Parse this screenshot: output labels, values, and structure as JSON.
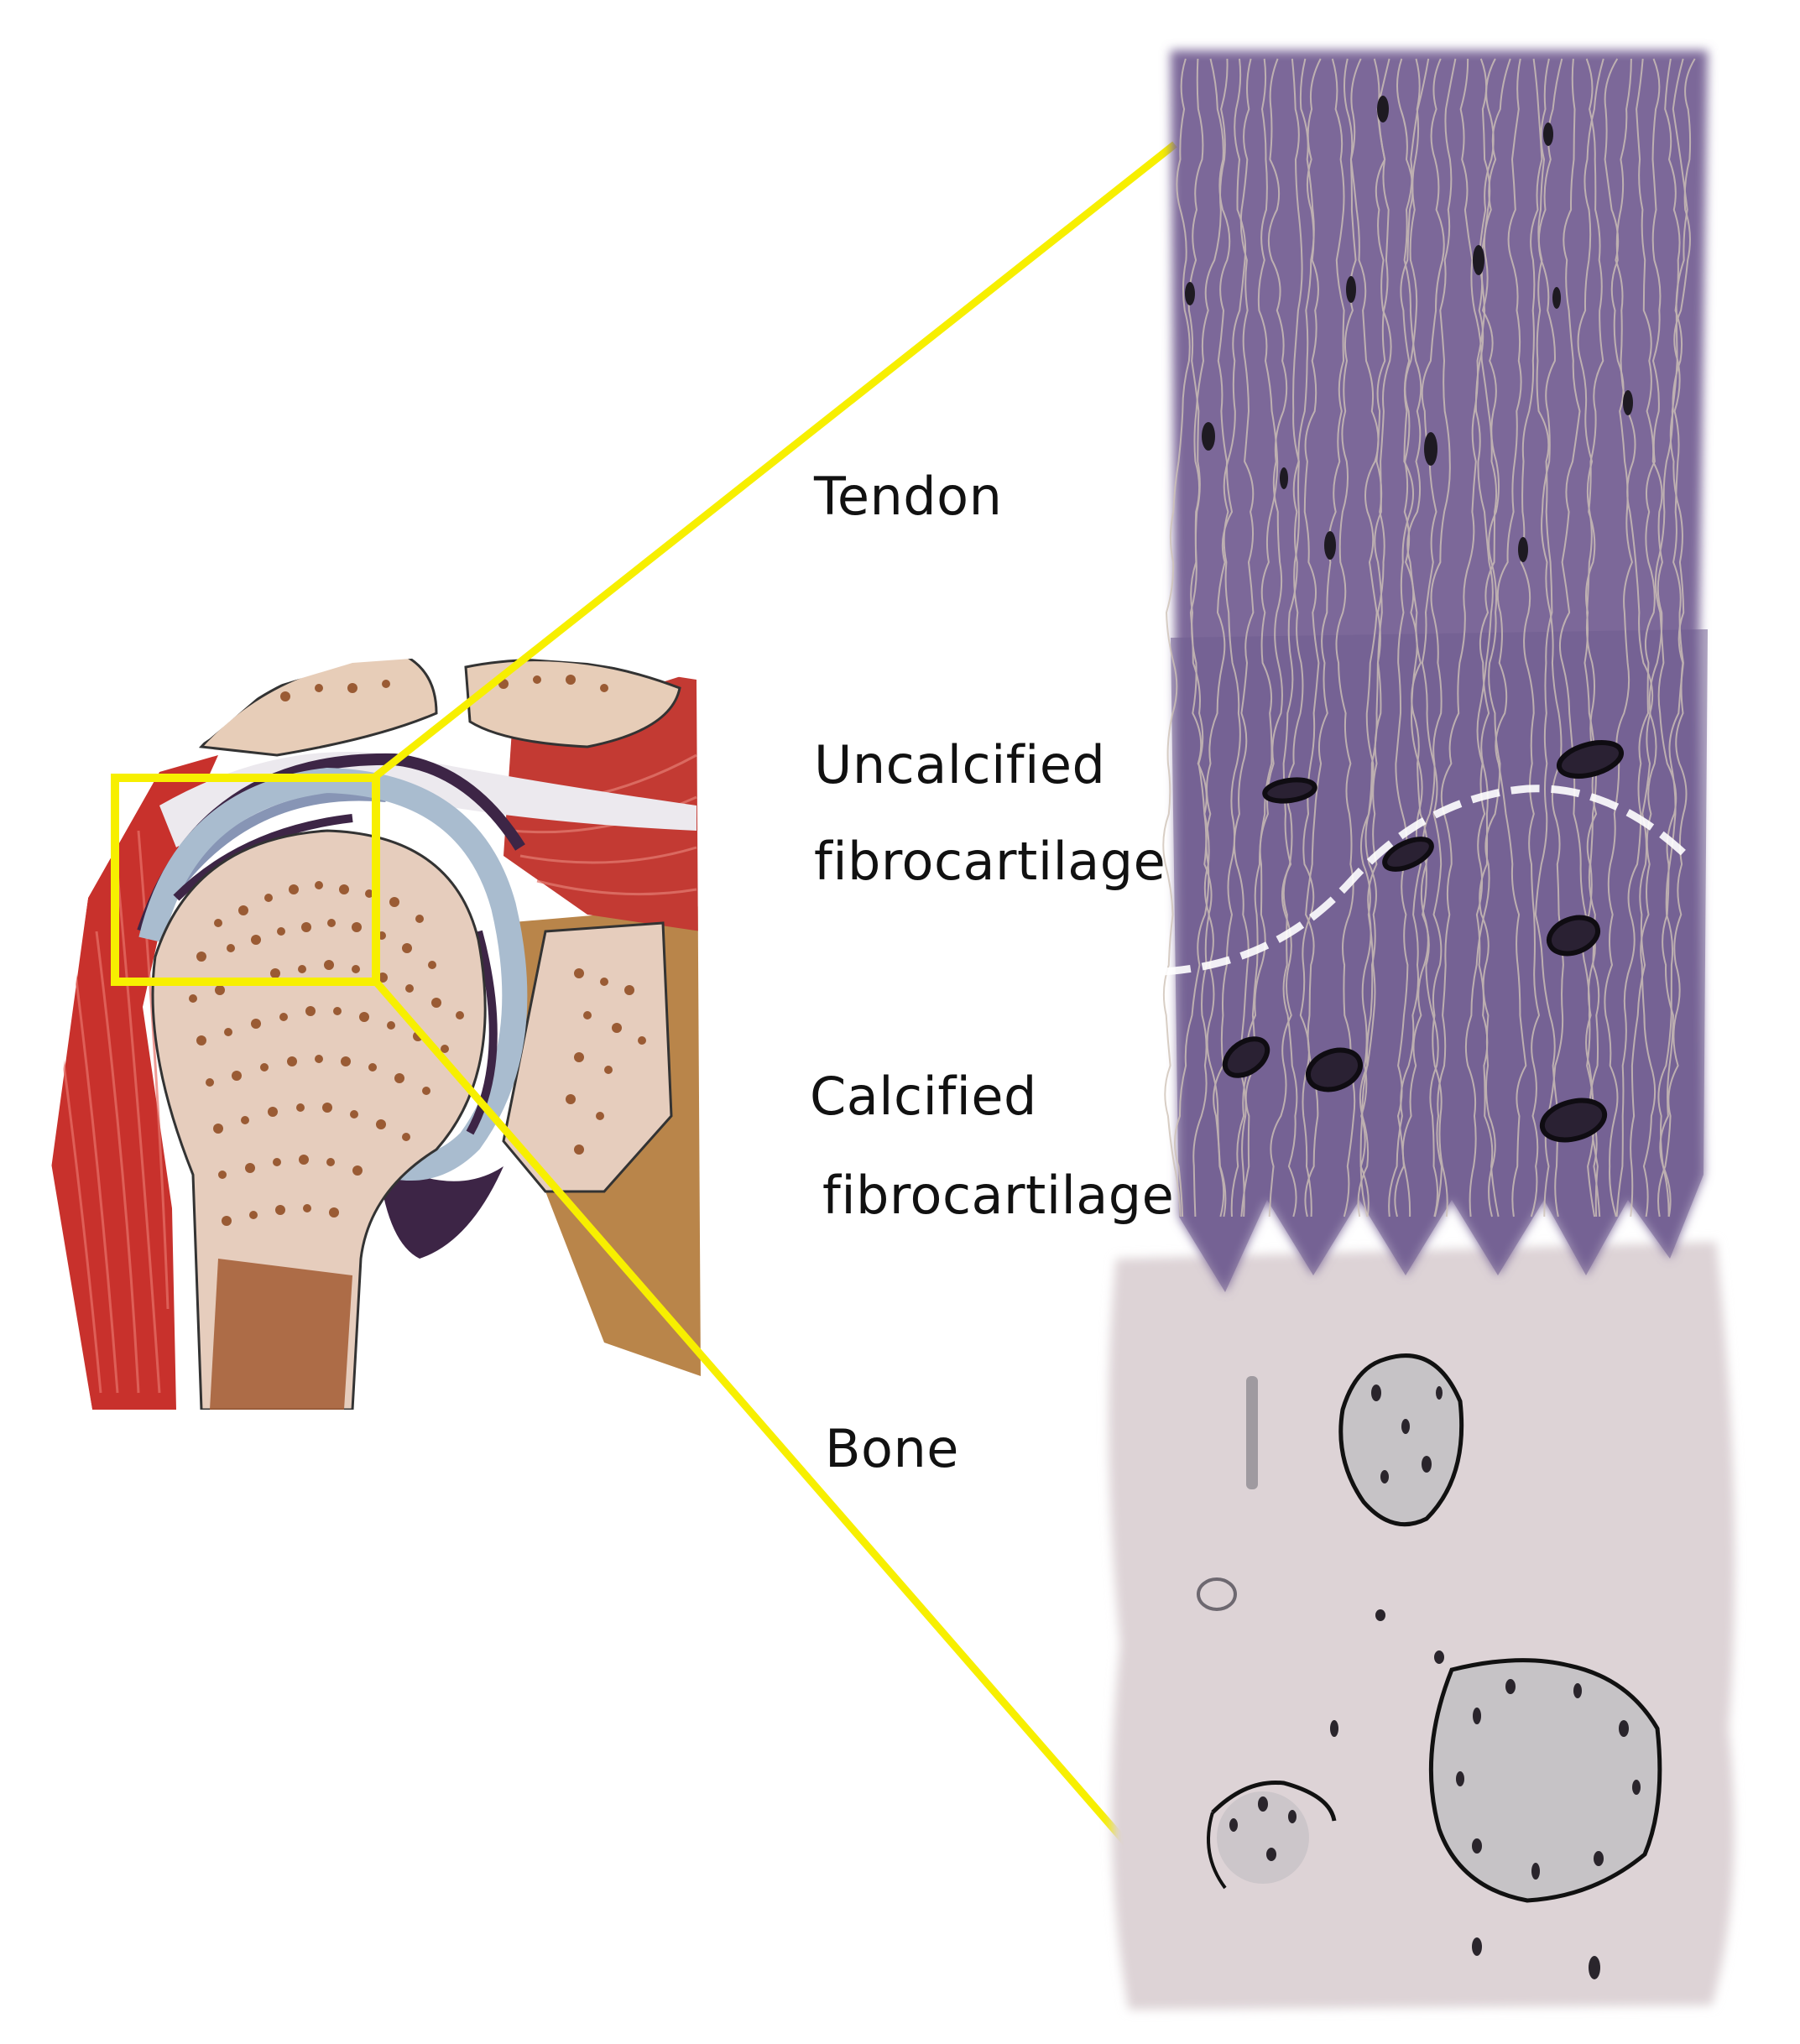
{
  "labels": {
    "tendon": "Tendon",
    "uncalcified_line1": "Uncalcified",
    "uncalcified_line2": "fibrocartilage",
    "calcified_line1": "Calcified",
    "calcified_line2": "fibrocartilage",
    "bone": "Bone"
  },
  "colors": {
    "highlight": "#f7ef00",
    "tendon": "#7b6899",
    "fibrocartilage": "#6f5c8f",
    "bone_matrix": "#ddd3d6",
    "trabecular_bone": "#e6cdbd",
    "marrow_spots": "#9a5b34",
    "muscle": "#c8312c",
    "articular_cartilage": "#a9bccf",
    "labrum": "#3d2546"
  },
  "icons": [
    "shoulder-anatomy-illustration",
    "tendon-bone-interface-illustration"
  ]
}
